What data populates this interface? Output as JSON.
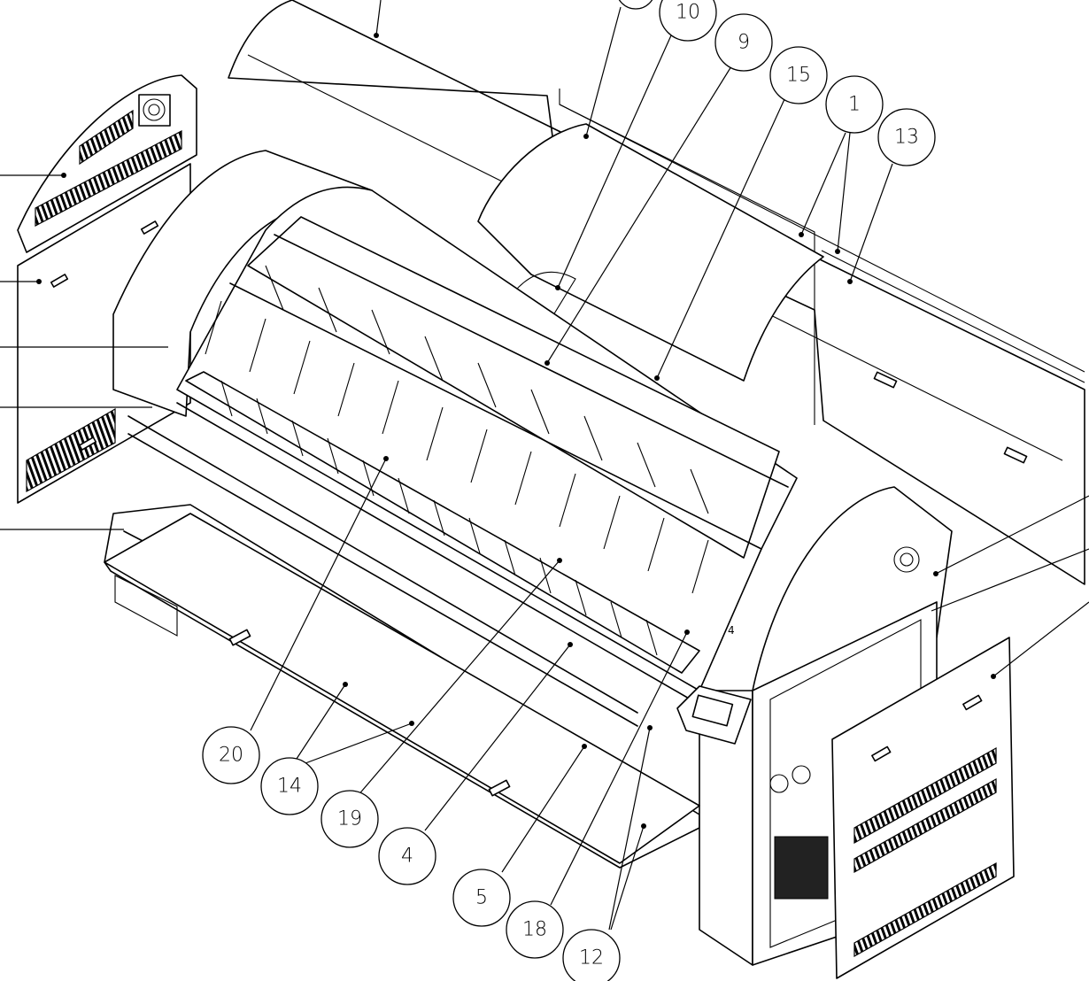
{
  "diagram": {
    "callouts": [
      {
        "id": "c10",
        "label": "10"
      },
      {
        "id": "c9",
        "label": "9"
      },
      {
        "id": "c15",
        "label": "15"
      },
      {
        "id": "c1",
        "label": "1"
      },
      {
        "id": "c13",
        "label": "13"
      },
      {
        "id": "c20",
        "label": "20"
      },
      {
        "id": "c14",
        "label": "14"
      },
      {
        "id": "c19",
        "label": "19"
      },
      {
        "id": "c4",
        "label": "4"
      },
      {
        "id": "c5",
        "label": "5"
      },
      {
        "id": "c18",
        "label": "18"
      },
      {
        "id": "c12",
        "label": "12"
      }
    ],
    "panel_mark": "4"
  }
}
